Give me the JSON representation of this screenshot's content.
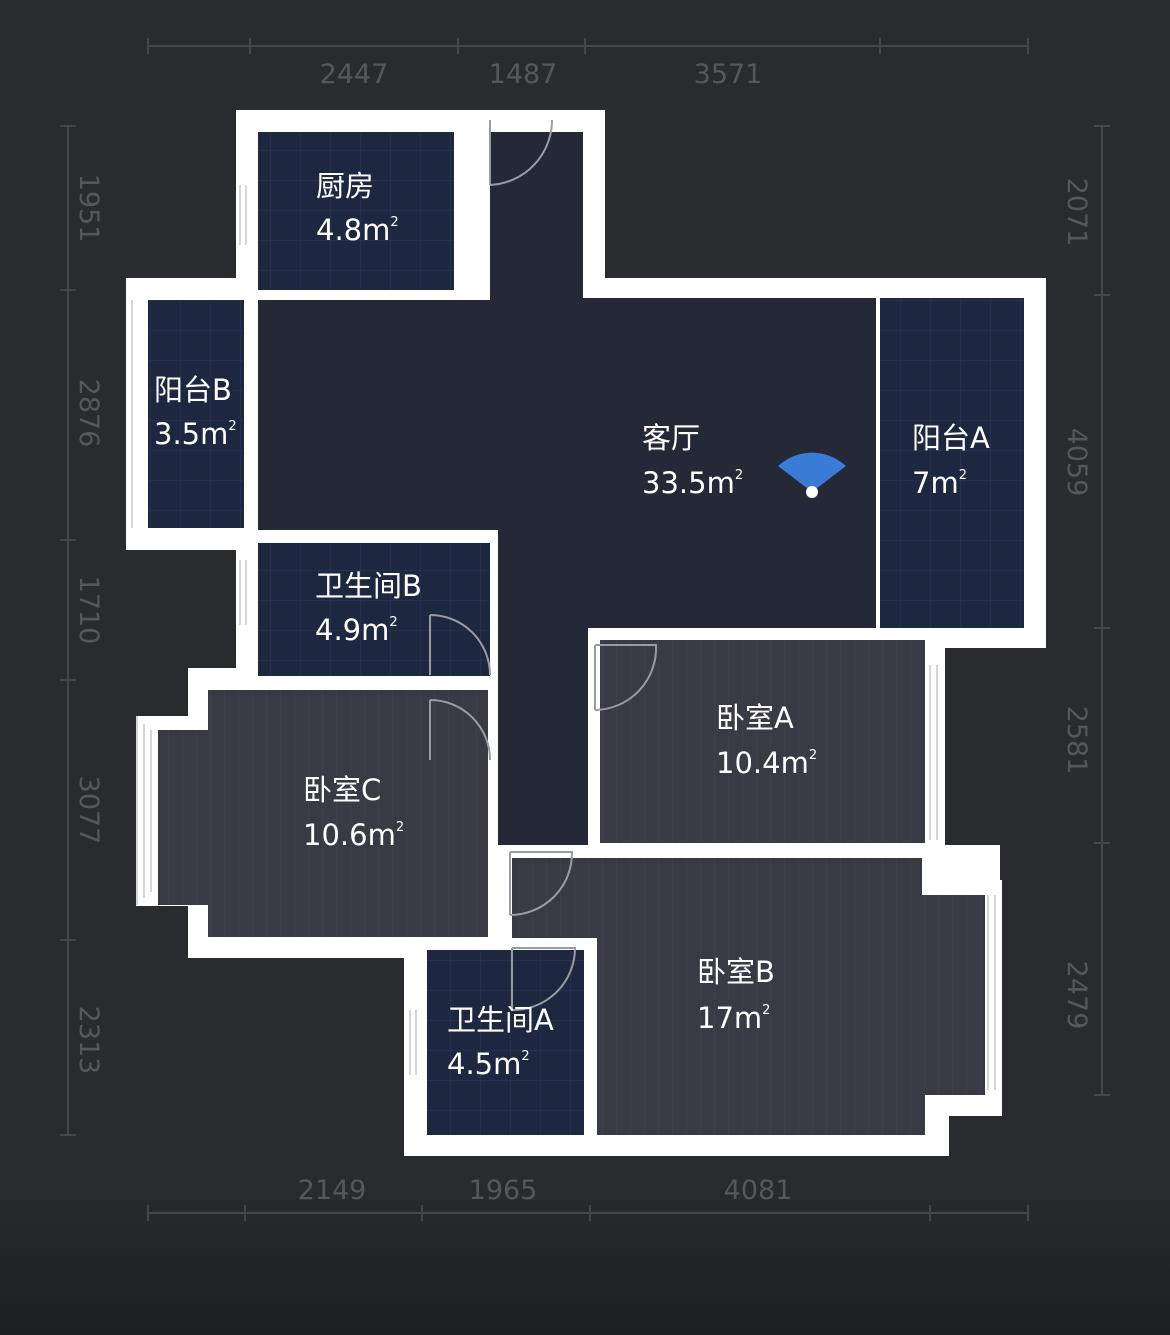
{
  "colors": {
    "background": "#2a2b2e",
    "wall": "#ffffff",
    "tile_floor": "#1e2740",
    "wood_floor": "#393a44",
    "living_floor": "#252836",
    "dimension_text": "#55575c",
    "camera": "#3a7bd5"
  },
  "dimensions": {
    "top": [
      "2447",
      "1487",
      "3571"
    ],
    "bottom": [
      "2149",
      "1965",
      "4081"
    ],
    "left": [
      "1951",
      "2876",
      "1710",
      "3077",
      "2313"
    ],
    "right": [
      "2071",
      "4059",
      "2581",
      "2479"
    ]
  },
  "rooms": [
    {
      "id": "kitchen",
      "name": "厨房",
      "area": "4.8m",
      "floor": "tile"
    },
    {
      "id": "balcony-b",
      "name": "阳台B",
      "area": "3.5m",
      "floor": "tile"
    },
    {
      "id": "living",
      "name": "客厅",
      "area": "33.5m",
      "floor": "living"
    },
    {
      "id": "balcony-a",
      "name": "阳台A",
      "area": "7m",
      "floor": "tile"
    },
    {
      "id": "bath-b",
      "name": "卫生间B",
      "area": "4.9m",
      "floor": "tile"
    },
    {
      "id": "bedroom-a",
      "name": "卧室A",
      "area": "10.4m",
      "floor": "wood"
    },
    {
      "id": "bedroom-c",
      "name": "卧室C",
      "area": "10.6m",
      "floor": "wood"
    },
    {
      "id": "bedroom-b",
      "name": "卧室B",
      "area": "17m",
      "floor": "wood"
    },
    {
      "id": "bath-a",
      "name": "卫生间A",
      "area": "4.5m",
      "floor": "tile"
    }
  ],
  "area_unit_superscript": "2",
  "camera_icon": "view-cone-icon"
}
